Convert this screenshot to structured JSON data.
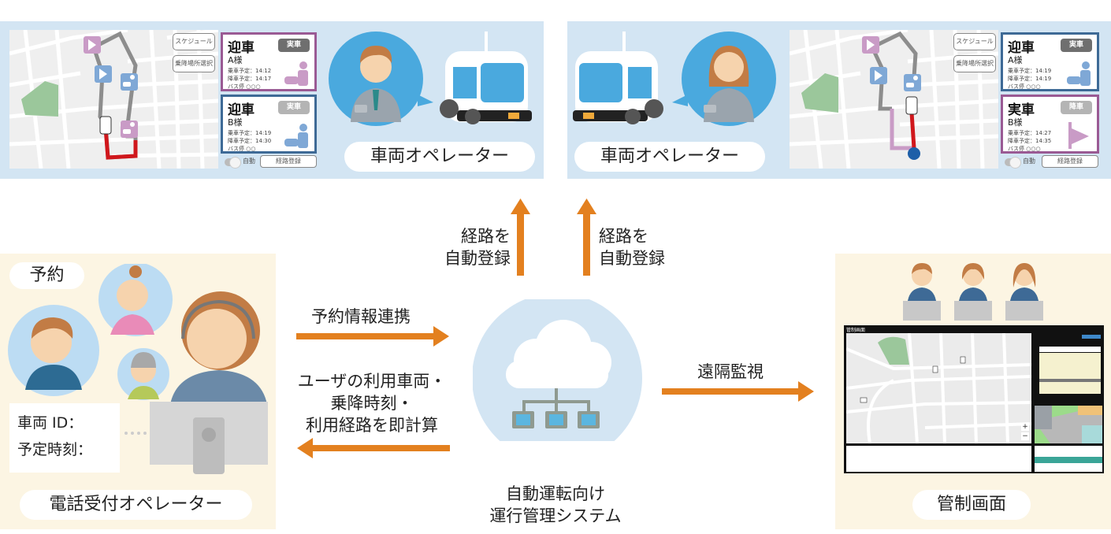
{
  "top_left_panel": {
    "map_buttons": [
      "スケジュール",
      "乗降場所選択"
    ],
    "cards": [
      {
        "title": "迎車",
        "badge": "実車",
        "passenger": "A様",
        "lines": [
          "乗車予定：14:12",
          "降車予定：14:17",
          "バス停 ○○○"
        ],
        "border_color": "#9a5a94",
        "badge_color": "#6f6f6f",
        "icon": "pickup-person-car-icon",
        "icon_color": "#c99bc6"
      },
      {
        "title": "迎車",
        "badge": "実車",
        "passenger": "B様",
        "lines": [
          "乗車予定：14:19",
          "降車予定：14:30",
          "バス停 ○○"
        ],
        "border_color": "#3e6a96",
        "badge_color": "#b4b4b4",
        "icon": "pickup-person-car-icon",
        "icon_color": "#7fa8d6"
      }
    ],
    "toggle_label": "自動",
    "register_button": "経路登録"
  },
  "top_left_operator": {
    "label": "車両オペレーター",
    "person": "male-operator",
    "vehicle": "autonomous-bus-icon"
  },
  "top_right_operator": {
    "label": "車両オペレーター",
    "person": "female-operator",
    "vehicle": "autonomous-bus-icon"
  },
  "top_right_panel": {
    "map_buttons": [
      "スケジュール",
      "乗降場所選択"
    ],
    "cards": [
      {
        "title": "迎車",
        "badge": "実車",
        "passenger": "A様",
        "lines": [
          "乗車予定：14:19",
          "降車予定：14:19",
          "バス停 ○○○"
        ],
        "border_color": "#3e6a96",
        "badge_color": "#6f6f6f",
        "icon": "pickup-person-car-icon",
        "icon_color": "#7fa8d6"
      },
      {
        "title": "実車",
        "badge": "降車",
        "passenger": "B様",
        "lines": [
          "乗車予定：14:27",
          "降車予定：14:35",
          "バス停 ○○○"
        ],
        "border_color": "#9a5a94",
        "badge_color": "#b4b4b4",
        "icon": "flag-icon",
        "icon_color": "#c99bc6"
      }
    ],
    "toggle_label": "自動",
    "register_button": "経路登録"
  },
  "arrows": {
    "up_left": {
      "line1": "経路を",
      "line2": "自動登録"
    },
    "up_right": {
      "line1": "経路を",
      "line2": "自動登録"
    },
    "right_to_center": "予約情報連携",
    "center_to_left": [
      "ユーザの利用車両・",
      "乗降時刻・",
      "利用経路を即計算"
    ],
    "center_to_monitor": "遠隔監視",
    "color": "#e3801f"
  },
  "phone_operator": {
    "bubble": "予約",
    "fields": [
      "車両 ID：",
      "予定時刻："
    ],
    "label": "電話受付オペレーター"
  },
  "center": {
    "line1": "自動運転向け",
    "line2": "運行管理システム",
    "icon": "cloud-network-icon"
  },
  "control_room": {
    "label": "管制画面",
    "operators": 3,
    "screen_title": "管制画面"
  },
  "colors": {
    "panel_blue": "#d3e5f3",
    "panel_cream": "#fcf5e3",
    "arrow_orange": "#e3801f",
    "route_gray": "#8d8d8d",
    "route_red": "#d0171c",
    "route_pink": "#c99bc6",
    "marker_blue": "#7fa8d6"
  }
}
